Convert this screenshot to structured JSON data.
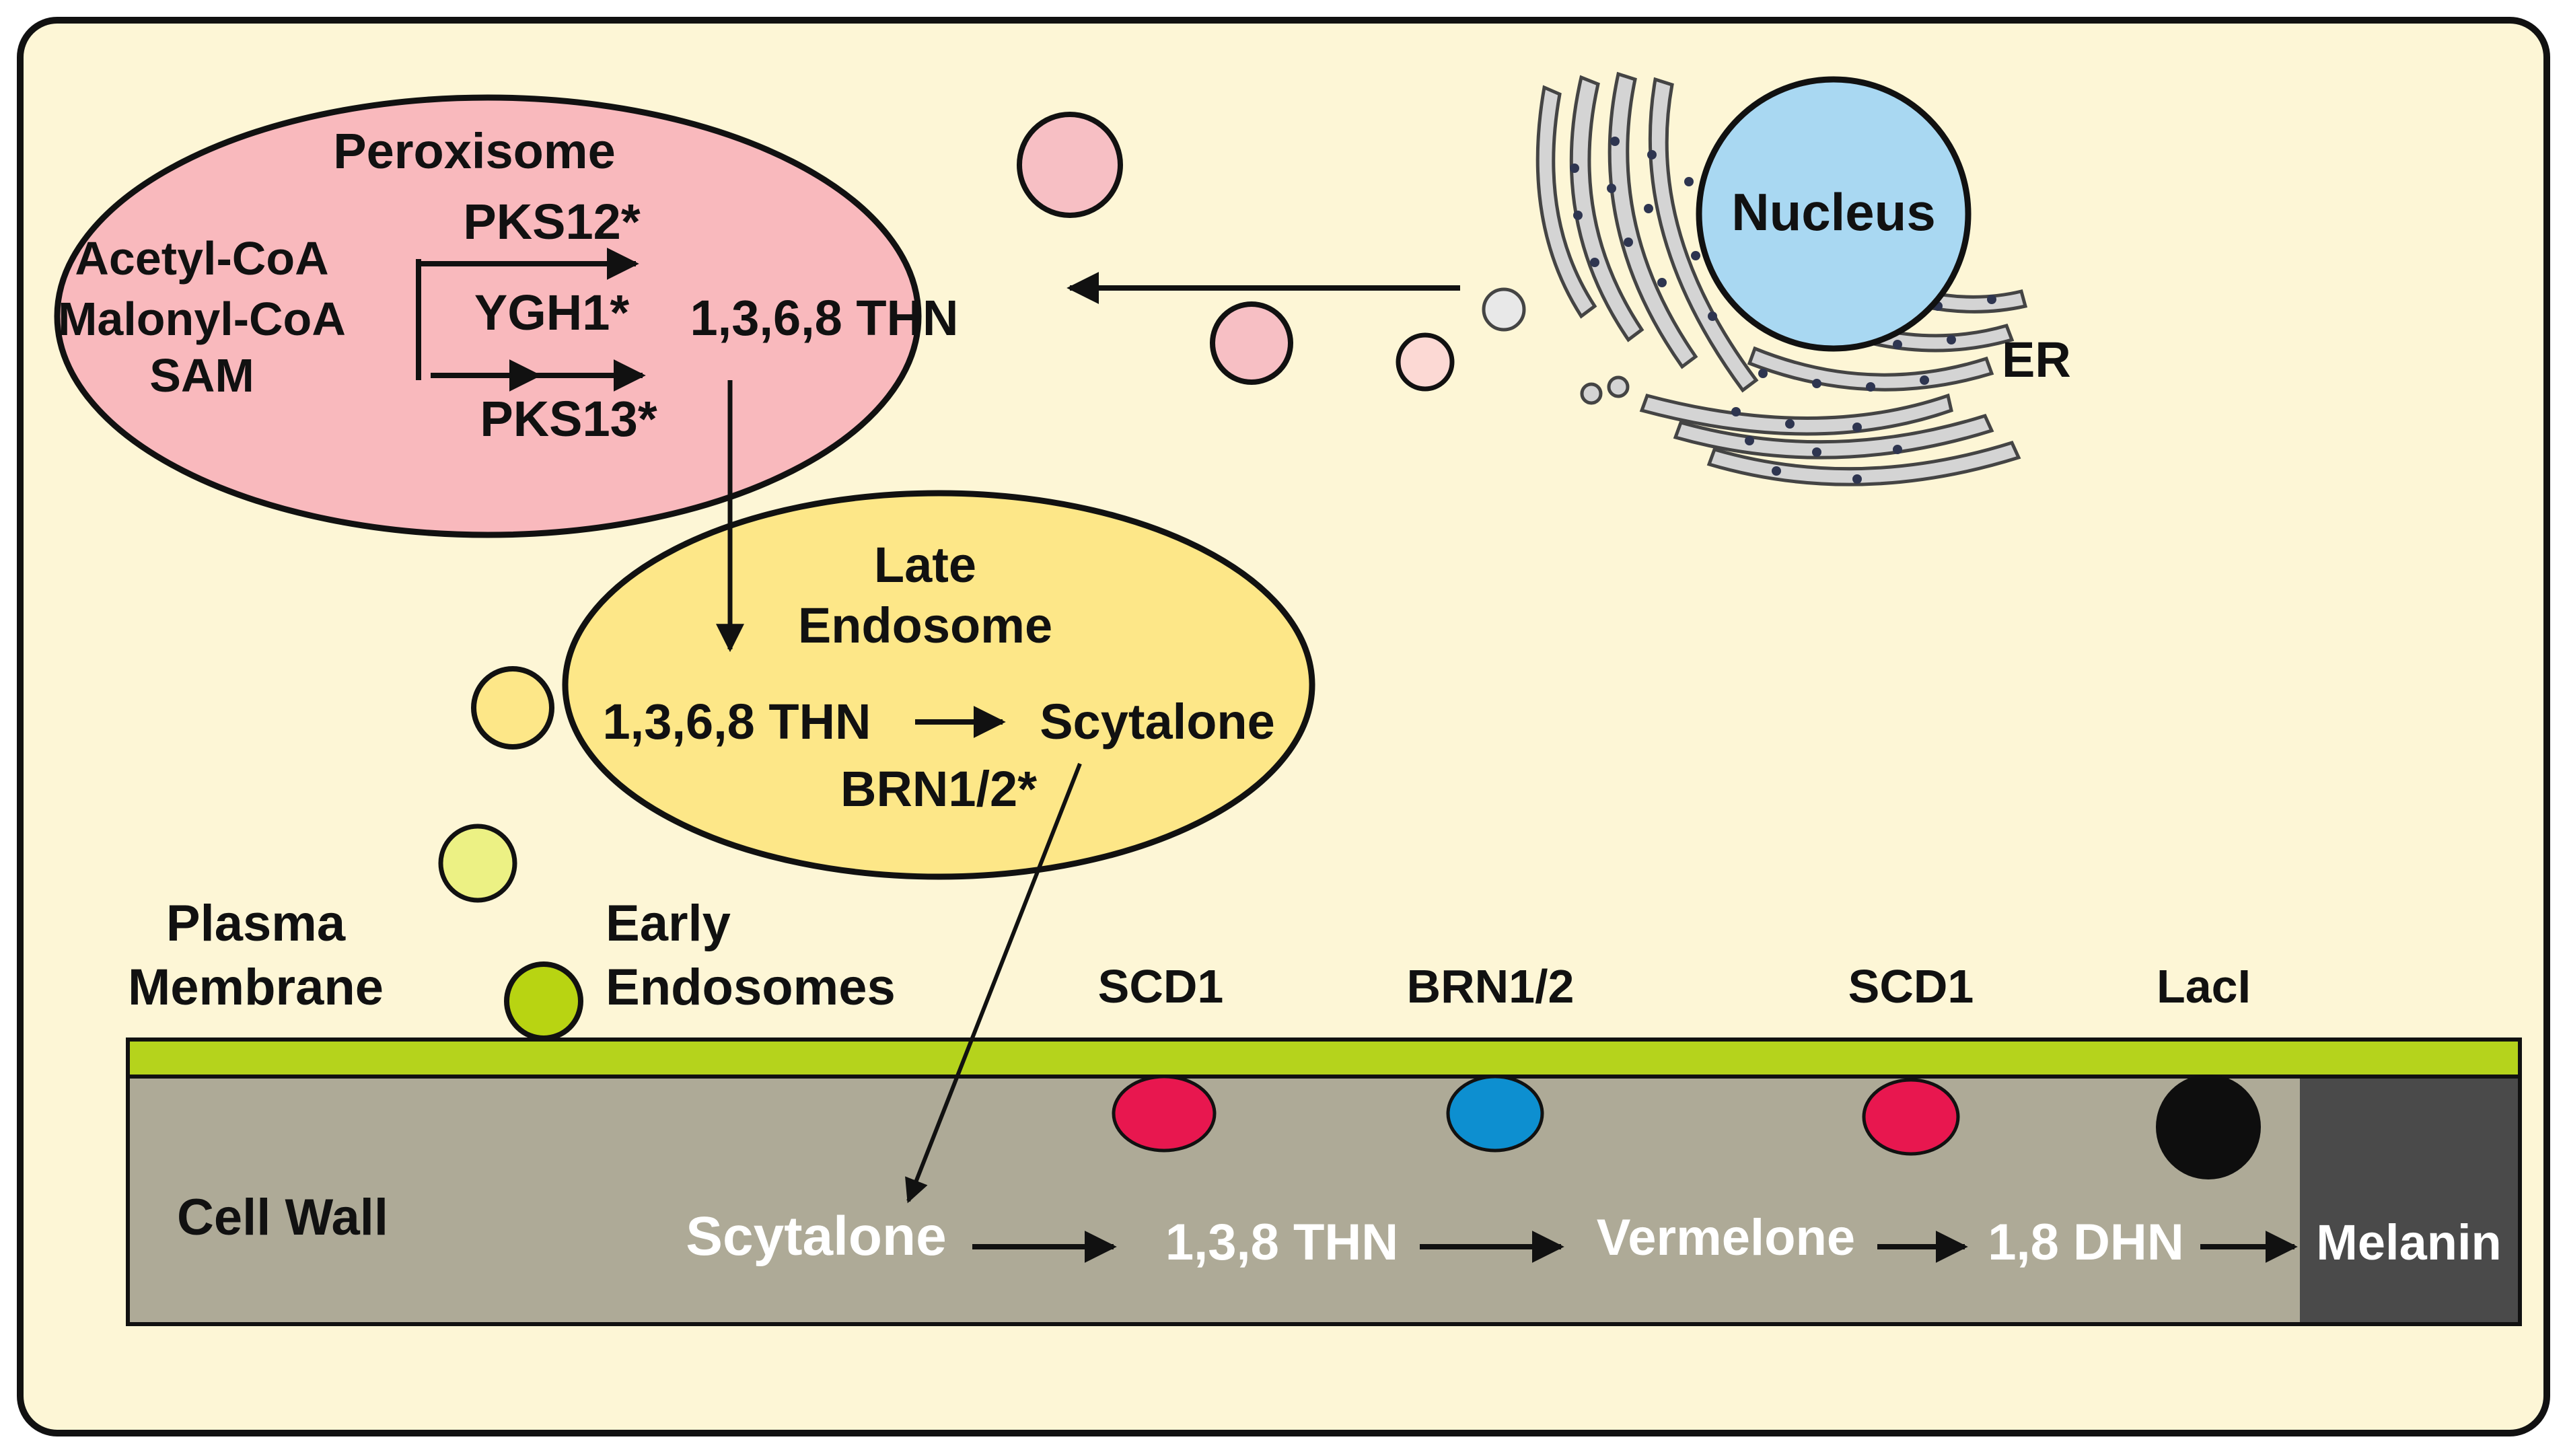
{
  "labels": {
    "peroxisome": "Peroxisome",
    "acetyl_coa": "Acetyl-CoA",
    "malonyl_coa": "Malonyl-CoA",
    "sam": "SAM",
    "pks12": "PKS12*",
    "ygh1": "YGH1*",
    "pks13": "PKS13*",
    "thn_peroxisome": "1,3,6,8 THN",
    "nucleus": "Nucleus",
    "er": "ER",
    "late_endosome_line1": "Late",
    "late_endosome_line2": "Endosome",
    "thn_late": "1,3,6,8 THN",
    "scytalone_late": "Scytalone",
    "brn_late": "BRN1/2*",
    "plasma_line1": "Plasma",
    "plasma_line2": "Membrane",
    "early_line1": "Early",
    "early_line2": "Endosomes",
    "scd1_a": "SCD1",
    "brn12": "BRN1/2",
    "scd1_b": "SCD1",
    "laci": "LacI",
    "cell_wall": "Cell Wall",
    "scytalone_wall": "Scytalone",
    "thn138": "1,3,8 THN",
    "vermelone": "Vermelone",
    "dhn18": "1,8 DHN",
    "melanin": "Melanin"
  },
  "colors": {
    "cytoplasm": "#fdf6d6",
    "peroxisome": "#f9b9bd",
    "late_endosome": "#fde788",
    "nucleus": "#a9d8f2",
    "er": "#d4d4d4",
    "plasma_membrane": "#b5d31c",
    "cell_wall": "#aeaa97",
    "melanin": "#4a4a4a",
    "scd1": "#e8174f",
    "brn": "#0d8fd0",
    "laci": "#0e0e0e",
    "early_endosome": "#b8d412",
    "vesicle_yellow_light": "#ecf184"
  }
}
